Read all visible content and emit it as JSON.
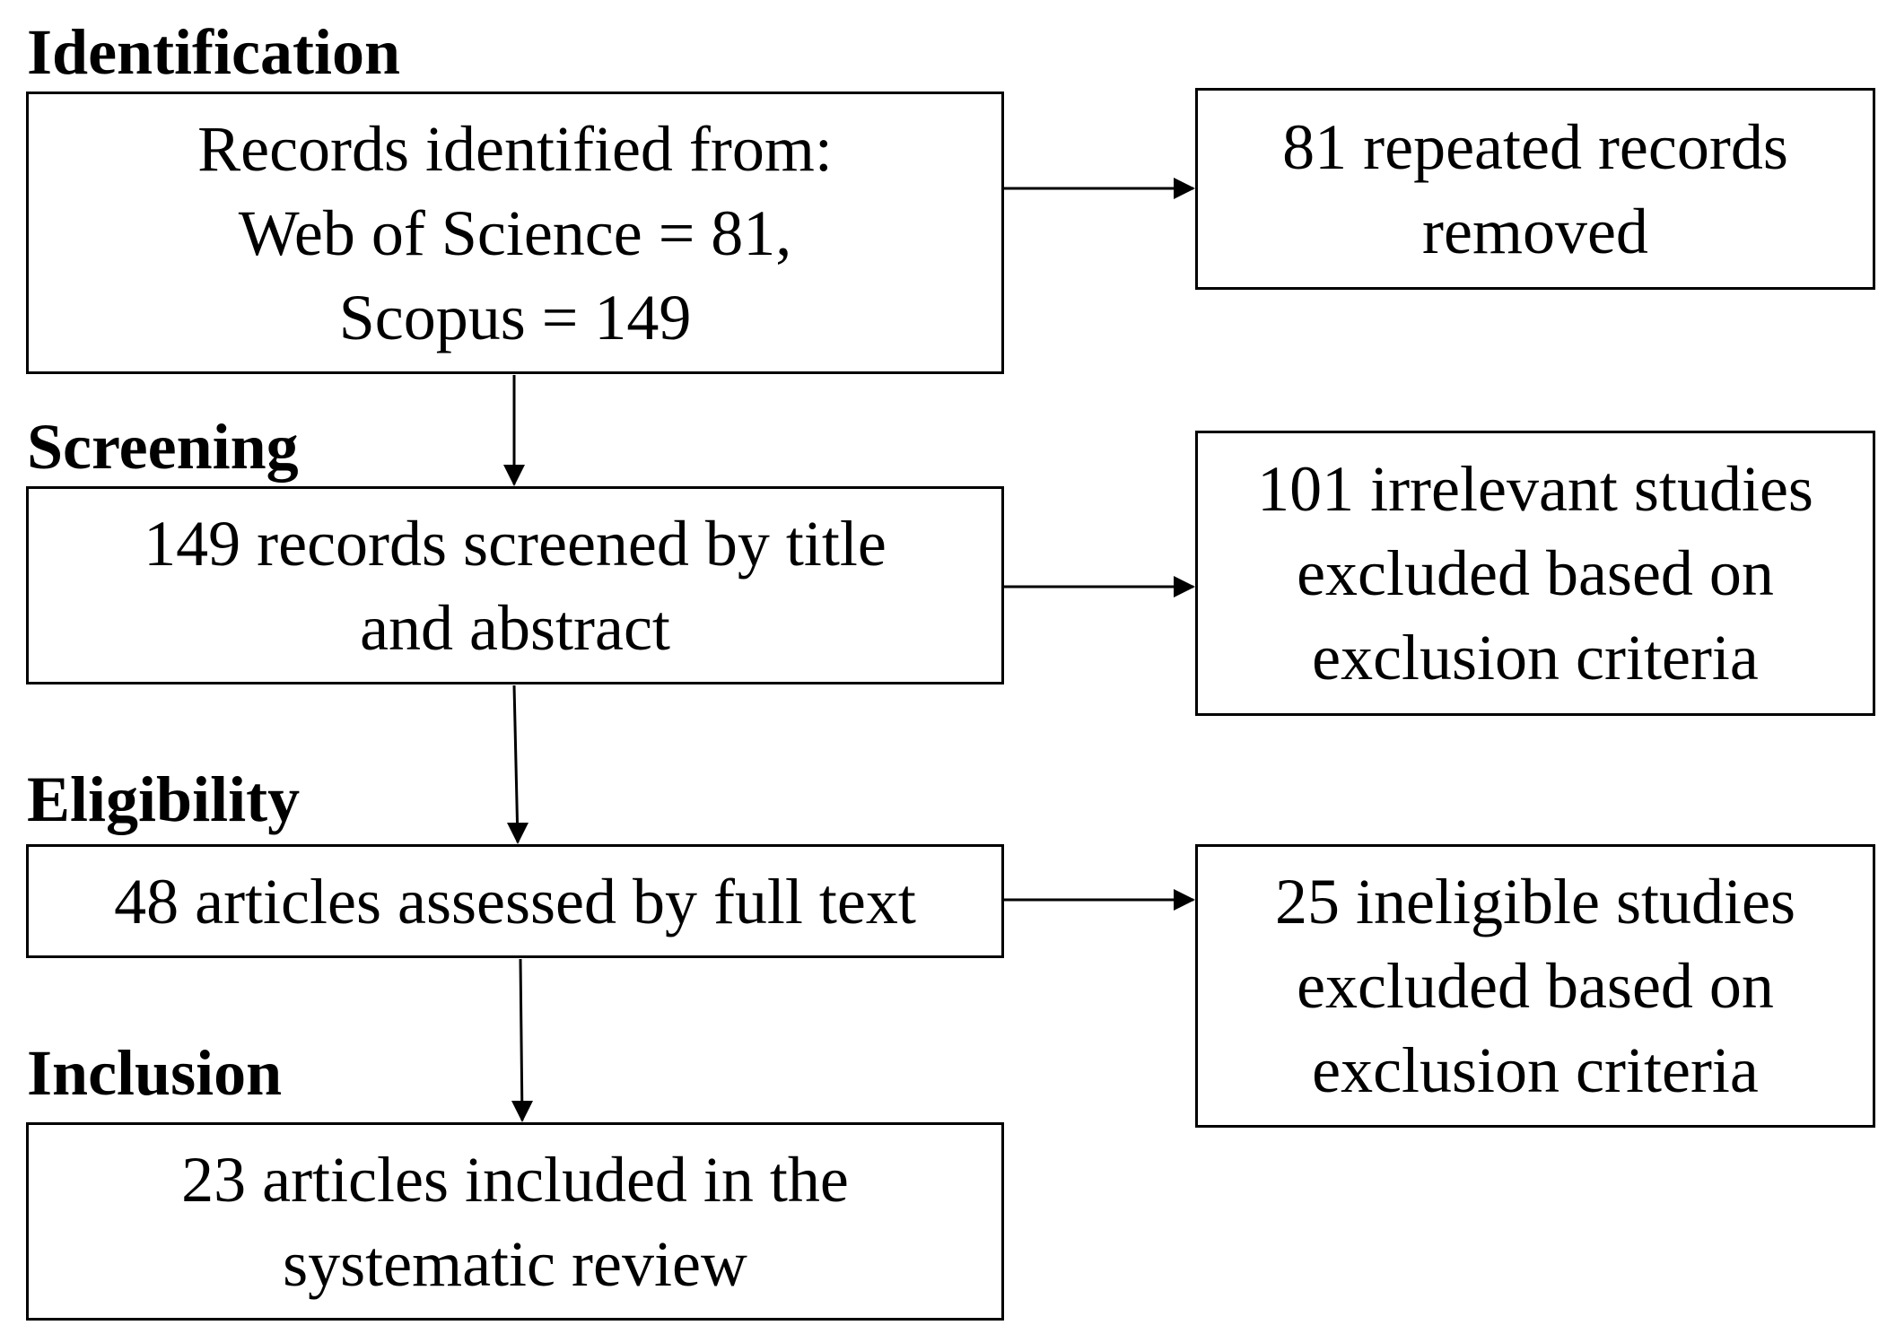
{
  "phases": {
    "identification": "Identification",
    "screening": "Screening",
    "eligibility": "Eligibility",
    "inclusion": "Inclusion"
  },
  "boxes": {
    "records_identified": "Records identified from:\nWeb of Science = 81,\nScopus = 149",
    "duplicates_removed": "81 repeated records\nremoved",
    "records_screened": "149 records screened by title\nand abstract",
    "irrelevant_excluded": "101 irrelevant studies\nexcluded based on\nexclusion criteria",
    "fulltext_assessed": "48 articles assessed by full text",
    "ineligible_excluded": "25 ineligible studies\nexcluded based on\nexclusion criteria",
    "included": "23 articles included in the\nsystematic review"
  },
  "colors": {
    "line": "#000000",
    "background": "#ffffff"
  }
}
